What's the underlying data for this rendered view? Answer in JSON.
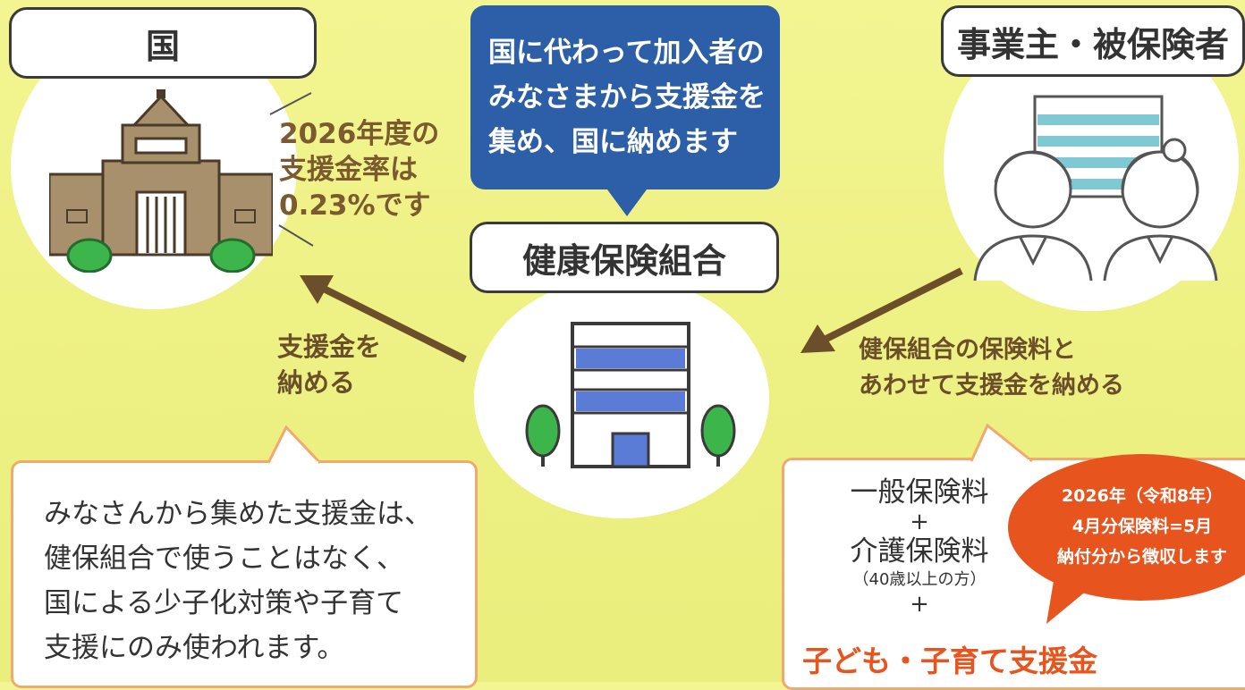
{
  "country": {
    "label": "国",
    "rate_note": [
      "2026年度の",
      "支援金率は",
      "0.23%です"
    ]
  },
  "insurer": {
    "label": "健康保険組合",
    "bubble": [
      "国に代わって加入者の",
      "みなさまから支援金を",
      "集め、国に納めます"
    ]
  },
  "members": {
    "label": "事業主・被保険者"
  },
  "flows": {
    "to_country": [
      "支援金を",
      "納める"
    ],
    "to_insurer": [
      "健保組合の保険料と",
      "あわせて支援金を納める"
    ]
  },
  "usage_note": [
    "みなさんから集めた支援金は、",
    "健保組合で使うことはなく、",
    "国による少子化対策や子育て",
    "支援にのみ使われます。"
  ],
  "premium_breakdown": {
    "general": "一般保険料",
    "plus": "+",
    "care": "介護保険料",
    "care_note": "（40歳以上の方）",
    "support": "子ども・子育て支援金"
  },
  "start_note": [
    "2026年（令和8年）",
    "4月分保険料=5月",
    "納付分から徴収します"
  ],
  "colors": {
    "background": "#f0f38a",
    "brown": "#7a5a2e",
    "blue": "#2d5fa8",
    "orange_red": "#e8541d",
    "green": "#3cb54a",
    "arrow": "#6b4e2a"
  }
}
